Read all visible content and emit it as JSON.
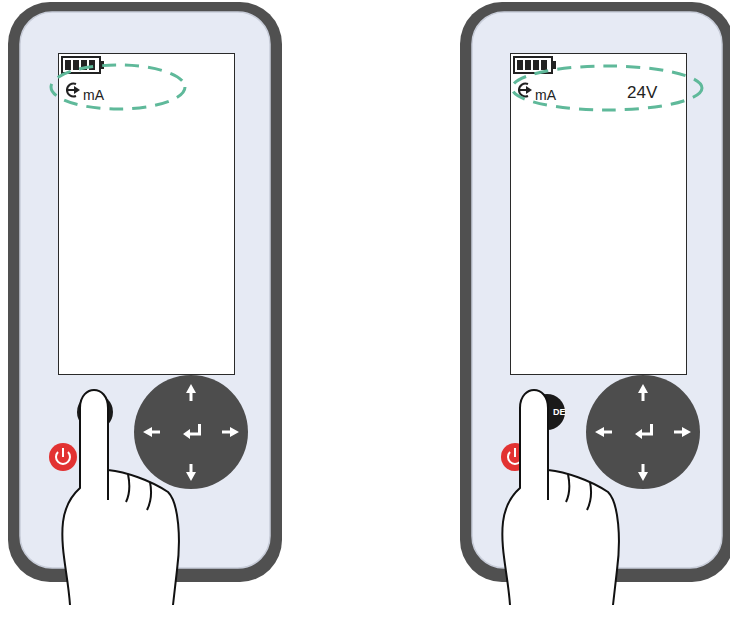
{
  "diagram": {
    "nodes": [
      {
        "text": [
          "mA"
        ]
      },
      {
        "text": [
          "mA",
          "24V"
        ]
      }
    ],
    "labels": [
      "DE"
    ]
  }
}
